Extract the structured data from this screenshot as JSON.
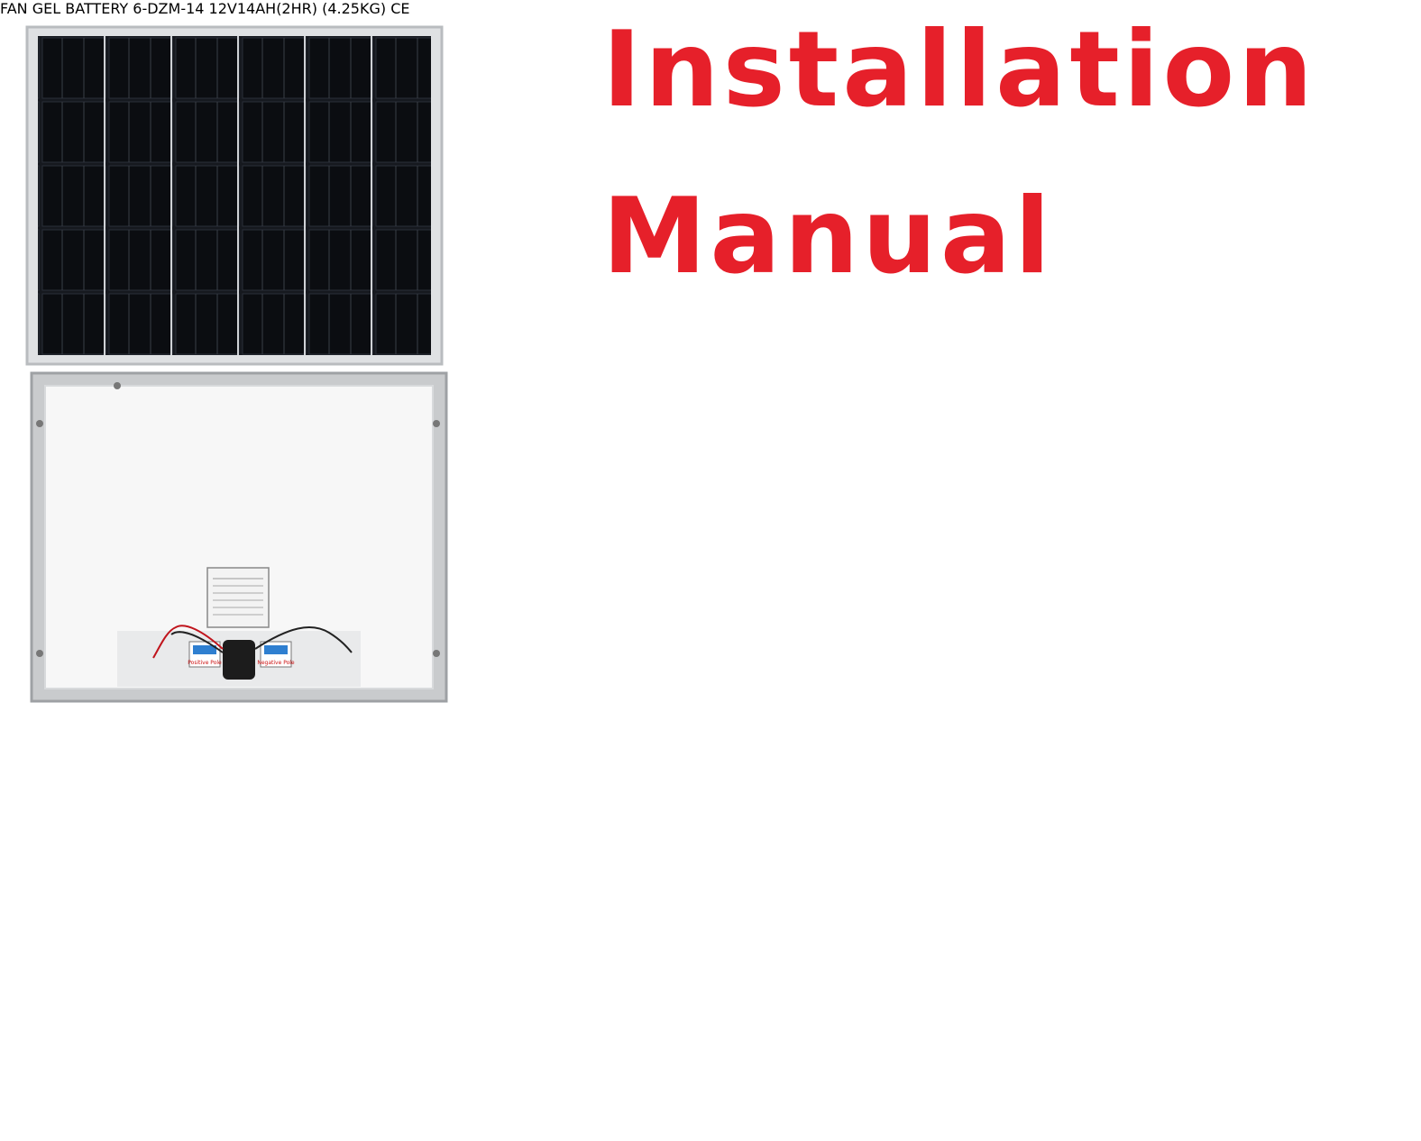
{
  "title": {
    "line1": "Installation",
    "line2": "Manual"
  },
  "fan": {
    "label": "FAN",
    "label_color": "#0f9a46",
    "blade_color": "#d4d5d6"
  },
  "battery": {
    "brand_text": "GEL BATTERY",
    "model": "6-DZM-14",
    "spec_line_1": "12V14AH(2HR)",
    "spec_line_2": "(4.25KG)",
    "body_color": "#1f6b61",
    "certification_mark": "CE"
  },
  "solar_panel": {
    "junction_label_left": "Positive Pole",
    "junction_label_right": "Negative Pole"
  },
  "wiring": {
    "positive_wire_color": "#a5652f",
    "negative_wire_color": "#1d1d1d",
    "terminal_positive_color": "#e6202a"
  },
  "colors": {
    "title": "#e6202a",
    "positive": "#e6202a",
    "negative": "#1a1a1a"
  }
}
